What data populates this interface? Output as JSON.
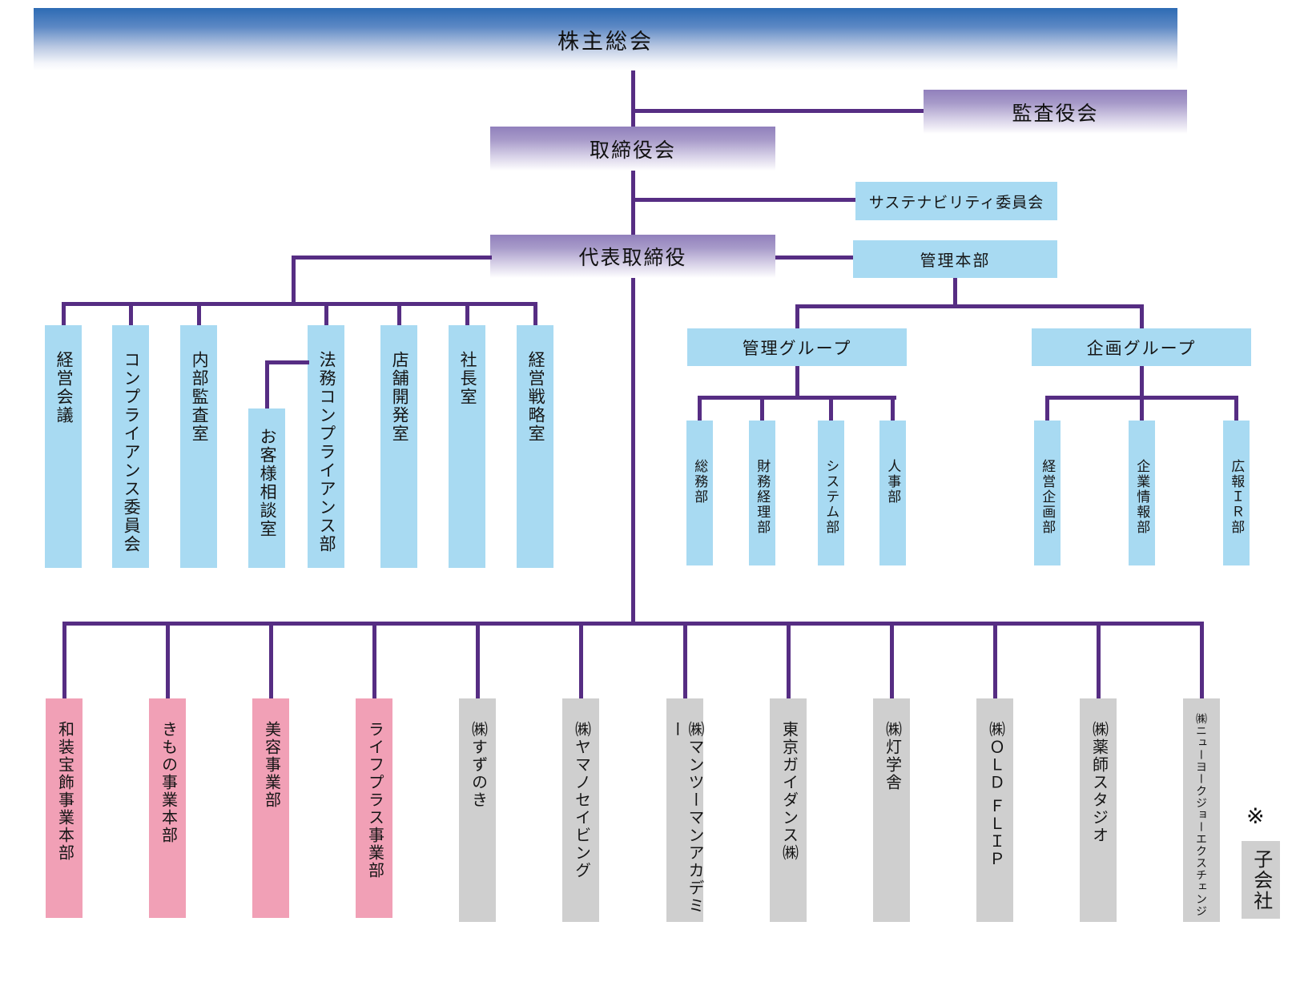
{
  "palette": {
    "line_purple": "#562d83",
    "box_blue": "#a8daf2",
    "box_pink": "#f1a0b6",
    "box_gray": "#cfcfcf",
    "banner_blue_top": "#2d6bb4",
    "gradient_purple_top": "#9180bc"
  },
  "top": {
    "shareholders_meeting": "株主総会",
    "audit_board": "監査役会",
    "board_of_directors": "取締役会",
    "sustainability_committee": "サステナビリティ委員会",
    "representative_director": "代表取締役",
    "admin_headquarters": "管理本部"
  },
  "left_offices": [
    "経営会議",
    "コンプライアンス委員会",
    "内部監査室",
    "お客様相談室",
    "法務コンプライアンス部",
    "店舗開発室",
    "社長室",
    "経営戦略室"
  ],
  "admin_group": {
    "label": "管理グループ",
    "departments": [
      "総務部",
      "財務経理部",
      "システム部",
      "人事部"
    ]
  },
  "planning_group": {
    "label": "企画グループ",
    "departments": [
      "経営企画部",
      "企業情報部",
      "広報ＩＲ部"
    ]
  },
  "business_divisions": [
    "和装宝飾事業本部",
    "きもの事業本部",
    "美容事業部",
    "ライフプラス事業部"
  ],
  "subsidiaries": [
    "㈱すずのき",
    "㈱ヤマノセイビング",
    "㈱マンツーマンアカデミー",
    "東京ガイダンス㈱",
    "㈱灯学舎",
    "㈱ＯＬＤ ＦＬＩＰ",
    "㈱薬師スタジオ",
    "㈱ニューヨークジョーエクスチェンジ"
  ],
  "legend": {
    "mark": "※",
    "label": "子会社"
  }
}
